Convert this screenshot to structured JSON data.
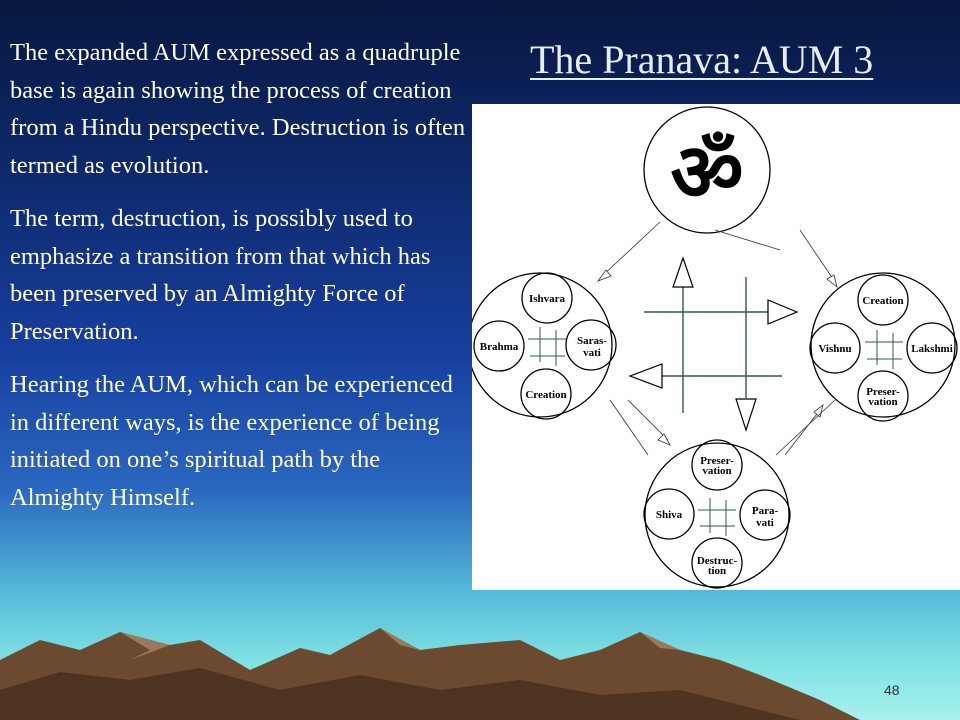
{
  "slide": {
    "title": "The Pranava: AUM 3",
    "paragraphs": [
      "The expanded AUM expressed as a quadruple base is again showing the process of creation from a Hindu perspective. Destruction is often termed as evolution.",
      "The term, destruction, is possibly used  to emphasize a transition from that which has been preserved by an Almighty Force of Preservation.",
      "Hearing the AUM, which can be experienced in different ways, is the experience of being initiated on one’s spiritual path by the Almighty Himself."
    ],
    "page_number": "48"
  },
  "diagram": {
    "top_symbol": "AUM",
    "left": {
      "top": "Ishvara",
      "left": "Brahma",
      "right": [
        "Saras-",
        "vati"
      ],
      "bottom": "Creation"
    },
    "right": {
      "top": "Creation",
      "left": "Vishnu",
      "right": "Lakshmi",
      "bottom": [
        "Preser-",
        "vation"
      ]
    },
    "bottom": {
      "top": [
        "Preser-",
        "vation"
      ],
      "left": "Shiva",
      "right": [
        "Para-",
        "vati"
      ],
      "bottom": [
        "Destruc-",
        "tion"
      ]
    }
  }
}
